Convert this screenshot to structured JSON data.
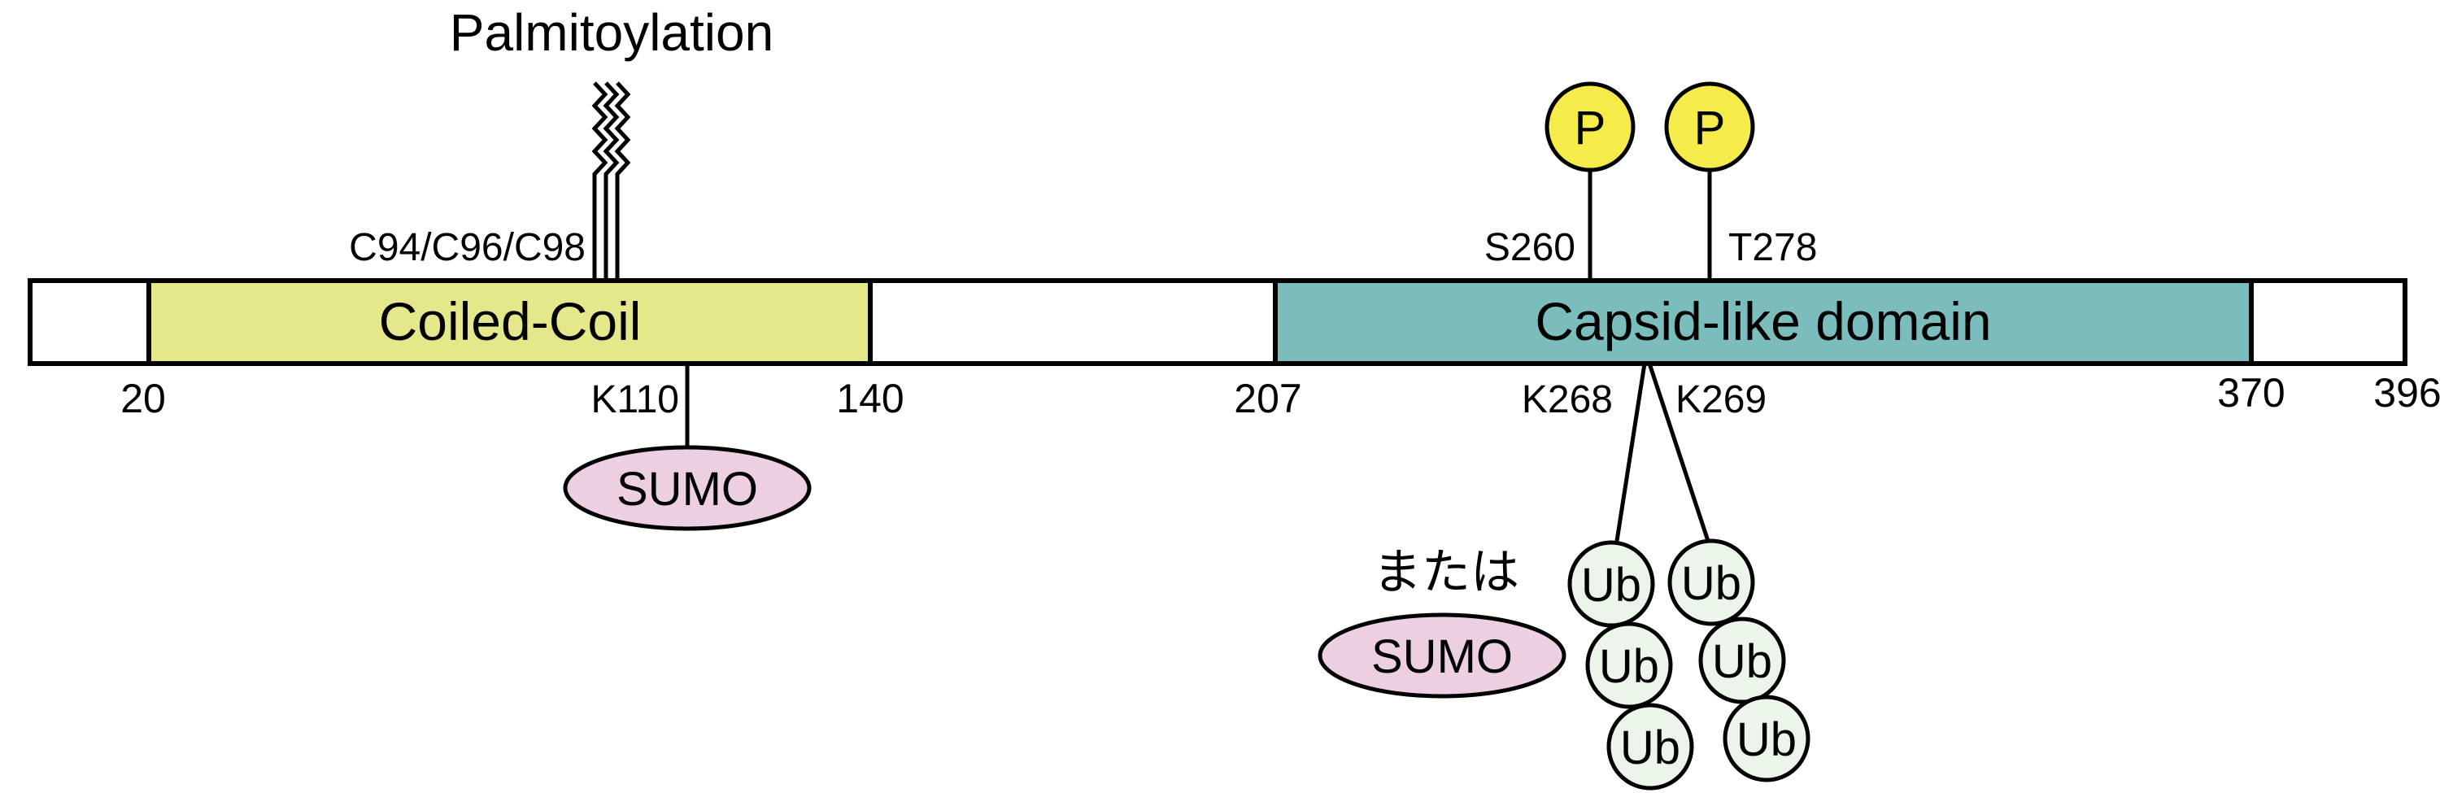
{
  "protein": {
    "start": 1,
    "end": 396
  },
  "domains": [
    {
      "name": "Coiled-Coil",
      "start": 20,
      "end": 140,
      "color": "#e4e88a"
    },
    {
      "name": "Capsid-like domain",
      "start": 207,
      "end": 370,
      "color": "#7bbcbd"
    }
  ],
  "position_labels": [
    "20",
    "140",
    "207",
    "370",
    "396"
  ],
  "modifications": {
    "palmitoylation": {
      "title": "Palmitoylation",
      "sites_label": "C94/C96/C98"
    },
    "phosphorylation": [
      {
        "site": "S260",
        "symbol": "P",
        "color": "#f5ec4a"
      },
      {
        "site": "T278",
        "symbol": "P",
        "color": "#f5ec4a"
      }
    ],
    "sumoylation_k110": {
      "site": "K110",
      "label": "SUMO",
      "color": "#ecd0e2"
    },
    "ubiquitination": {
      "sites": [
        "K268",
        "K269"
      ],
      "symbol": "Ub",
      "color": "#ecf5ea",
      "or_text": "または",
      "alternative_label": "SUMO",
      "alternative_color": "#ecd0e2"
    }
  },
  "colors": {
    "outline": "#000000",
    "backbone": "#ffffff"
  }
}
